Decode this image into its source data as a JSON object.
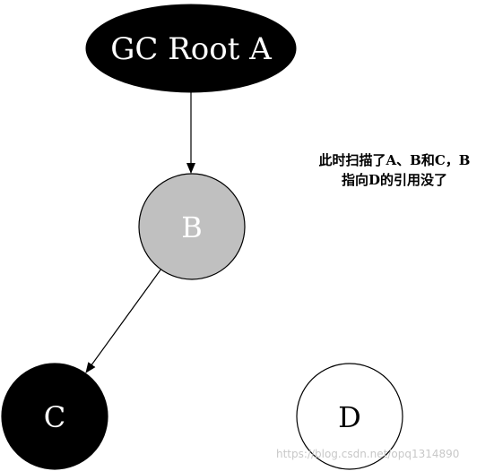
{
  "nodes": {
    "gc_root": {
      "label": "GC Root A",
      "fill": "#000000",
      "text_color": "#ffffff"
    },
    "b": {
      "label": "B",
      "fill": "#c0c0c0",
      "text_color": "#ffffff"
    },
    "c": {
      "label": "C",
      "fill": "#000000",
      "text_color": "#ffffff"
    },
    "d": {
      "label": "D",
      "fill": "#ffffff",
      "text_color": "#000000"
    }
  },
  "edges": [
    {
      "from": "gc_root",
      "to": "b"
    },
    {
      "from": "b",
      "to": "c"
    }
  ],
  "annotation": {
    "line1": "此时扫描了A、B和C，B",
    "line2": "指向D的引用没了"
  },
  "watermark": "https://blog.csdn.net/opq1314890"
}
